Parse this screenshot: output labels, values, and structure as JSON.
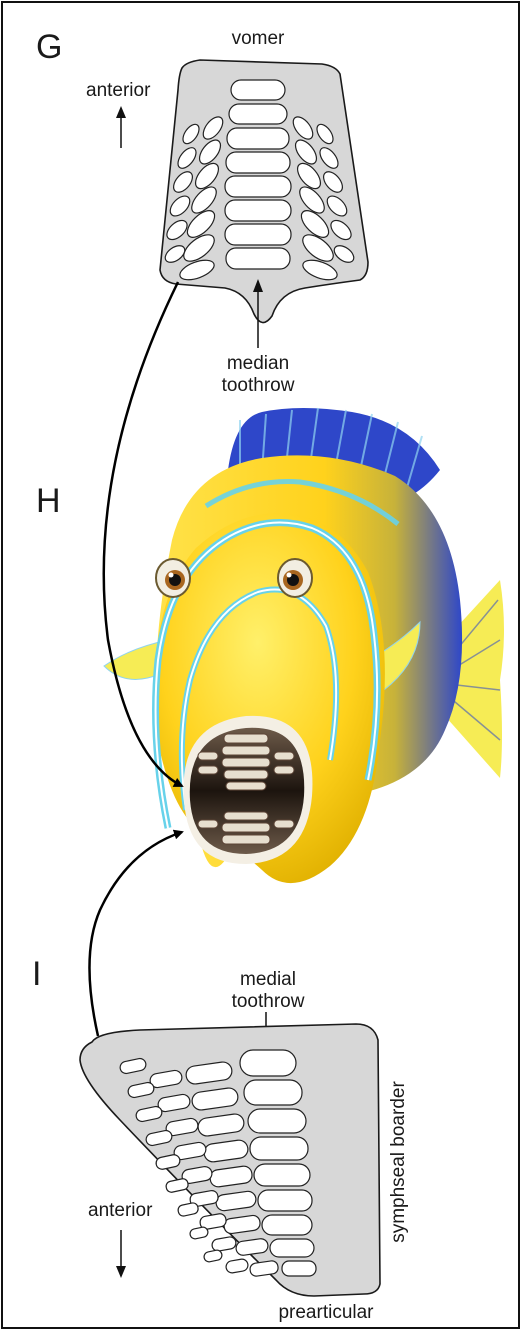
{
  "panels": {
    "g": {
      "letter": "G",
      "bone_label": "vomer",
      "direction_label": "anterior",
      "toothrow_label_line1": "median",
      "toothrow_label_line2": "toothrow"
    },
    "h": {
      "letter": "H"
    },
    "i": {
      "letter": "I",
      "toothrow_label_line1": "medial",
      "toothrow_label_line2": "toothrow",
      "border_label": "symphseal boarder",
      "direction_label": "anterior",
      "bone_label": "prearticular"
    }
  },
  "colors": {
    "plate_fill": "#d7d7d7",
    "plate_stroke": "#1a1a1a",
    "fish_body": "#ffd21c",
    "fish_fin": "#2e47c9",
    "fish_stripe": "#67d2ea"
  }
}
